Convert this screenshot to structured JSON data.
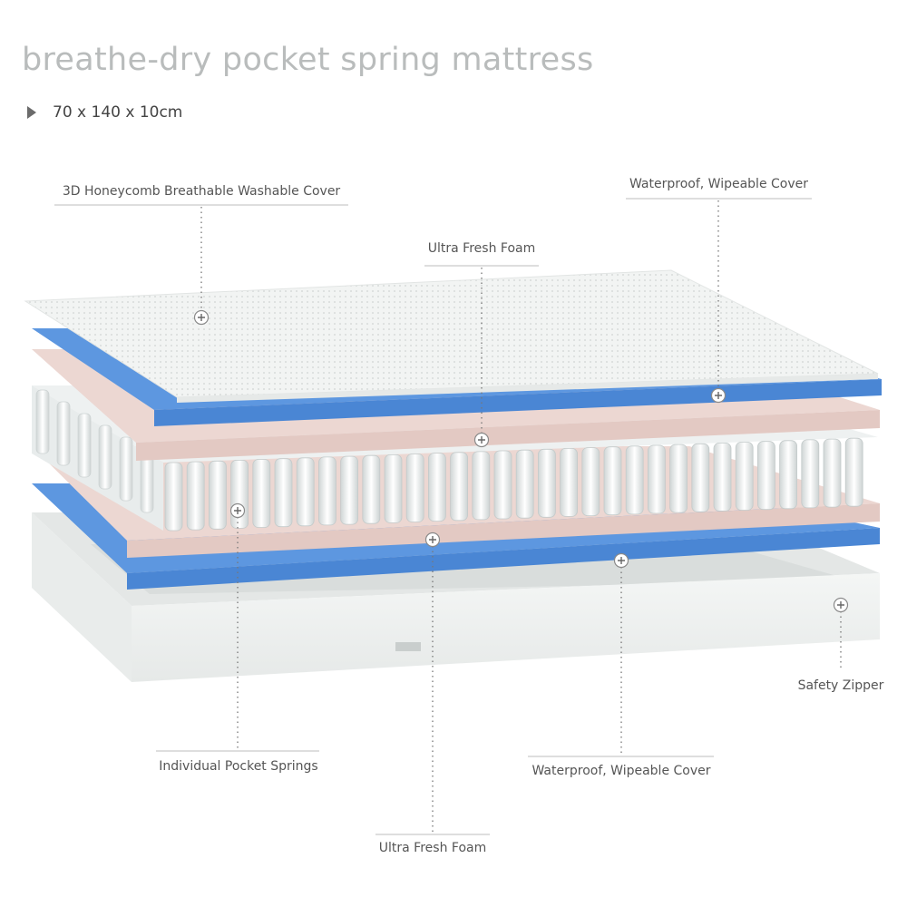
{
  "title": "breathe-dry pocket spring mattress",
  "dimensions": "70 x 140 x 10cm",
  "callouts": {
    "top_cover": "3D Honeycomb Breathable Washable Cover",
    "waterproof_top": "Waterproof, Wipeable Cover",
    "foam_top": "Ultra Fresh Foam",
    "springs": "Individual Pocket Springs",
    "waterproof_bottom": "Waterproof, Wipeable Cover",
    "foam_bottom": "Ultra Fresh Foam",
    "zipper": "Safety Zipper"
  },
  "colors": {
    "cover": "#eef1f0",
    "blue_layer": "#5d97e0",
    "pink_layer": "#ecd7d2",
    "springs": "#e6eaea",
    "base": "#edf0ee"
  }
}
